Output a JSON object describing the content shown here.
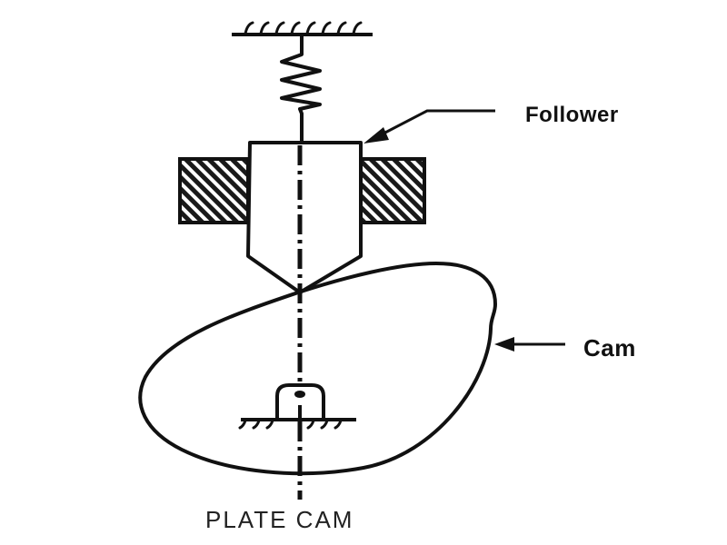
{
  "diagram": {
    "title": "PLATE CAM",
    "labels": {
      "follower": "Follower",
      "cam": "Cam"
    },
    "components": [
      {
        "name": "fixed-support-top",
        "type": "ground-hatch"
      },
      {
        "name": "spring",
        "type": "zigzag-spring"
      },
      {
        "name": "follower",
        "type": "knife-edge-follower"
      },
      {
        "name": "guide-bushings",
        "type": "hatched-blocks",
        "count": 2
      },
      {
        "name": "cam",
        "type": "plate-cam-profile"
      },
      {
        "name": "cam-pivot",
        "type": "pinned-support"
      },
      {
        "name": "centerline",
        "type": "dash-dot-line"
      }
    ],
    "colors": {
      "stroke": "#111111",
      "background": "#ffffff"
    }
  }
}
